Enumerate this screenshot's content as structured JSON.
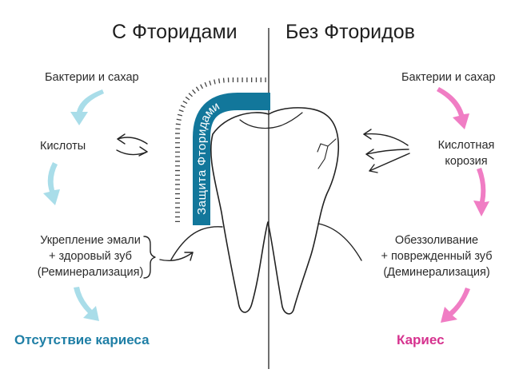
{
  "headers": {
    "with_fluoride": "С Фторидами",
    "without_fluoride": "Без Фторидов"
  },
  "left_steps": {
    "bacteria": "Бактерии и сахар",
    "acids": "Кислоты",
    "strengthening": [
      "Укрепление эмали",
      "+ здоровый зуб",
      "(Реминерализация)"
    ]
  },
  "right_steps": {
    "bacteria": "Бактерии и сахар",
    "acid_corrosion": [
      "Кислотная",
      "корозия"
    ],
    "demineralization": [
      "Обеззоливание",
      "+ поврежденный зуб",
      "(Деминерализация)"
    ]
  },
  "shield_label": "Защита Фторидами",
  "results": {
    "left": "Отсутствие кариеса",
    "right": "Кариес"
  },
  "colors": {
    "left_accent": "#1f7fa6",
    "left_arrow": "#a9dde9",
    "right_accent": "#d6338f",
    "right_arrow": "#f07dc4",
    "shield": "#12779b"
  }
}
